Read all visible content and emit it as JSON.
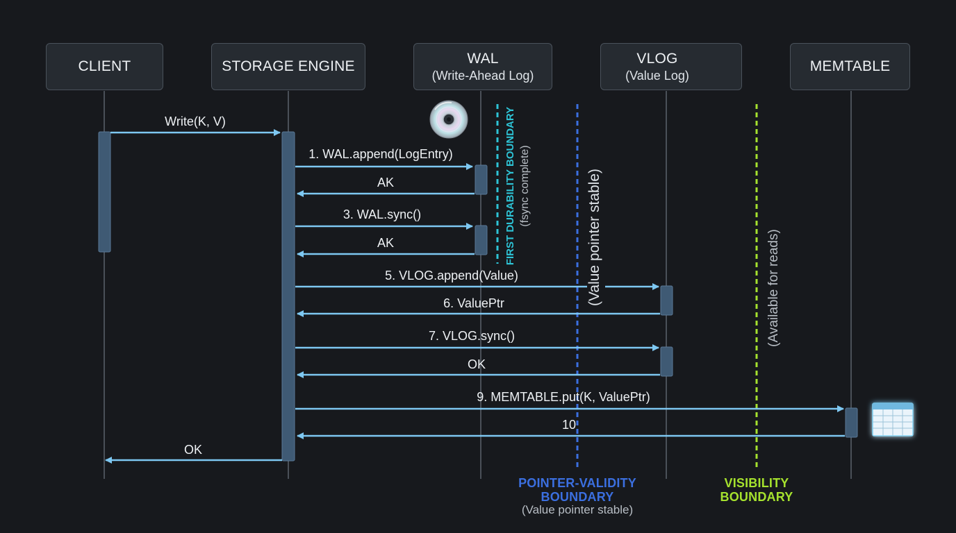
{
  "actors": [
    {
      "id": "client",
      "title": "CLIENT",
      "subtitle": ""
    },
    {
      "id": "engine",
      "title": "STORAGE ENGINE",
      "subtitle": ""
    },
    {
      "id": "wal",
      "title": "WAL",
      "subtitle": "(Write-Ahead Log)"
    },
    {
      "id": "vlog",
      "title": "VLOG",
      "subtitle": "(Value Log)"
    },
    {
      "id": "memtable",
      "title": "MEMTABLE",
      "subtitle": ""
    }
  ],
  "messages": [
    {
      "from": "client",
      "to": "engine",
      "label": "Write(K, V)"
    },
    {
      "from": "engine",
      "to": "wal",
      "label": "1. WAL.append(LogEntry)"
    },
    {
      "from": "wal",
      "to": "engine",
      "label": "AK"
    },
    {
      "from": "engine",
      "to": "wal",
      "label": "3. WAL.sync()"
    },
    {
      "from": "wal",
      "to": "engine",
      "label": "AK"
    },
    {
      "from": "engine",
      "to": "vlog",
      "label": "5. VLOG.append(Value)"
    },
    {
      "from": "vlog",
      "to": "engine",
      "label": "6. ValuePtr"
    },
    {
      "from": "engine",
      "to": "vlog",
      "label": "7. VLOG.sync()"
    },
    {
      "from": "vlog",
      "to": "engine",
      "label": "OK"
    },
    {
      "from": "engine",
      "to": "memtable",
      "label": "9. MEMTABLE.put(K, ValuePtr)"
    },
    {
      "from": "memtable",
      "to": "engine",
      "label": "10"
    },
    {
      "from": "engine",
      "to": "client",
      "label": "OK"
    }
  ],
  "boundaries": {
    "durability": {
      "title": "FIRST DURABILITY BOUNDARY",
      "note": "(fsync complete)",
      "color": "#2ec4d6"
    },
    "pointer": {
      "title_line1": "POINTER-VALIDITY",
      "title_line2": "BOUNDARY",
      "note": "(Value pointer stable)",
      "rotated_note": "(Value pointer stable)",
      "color": "#3b6fe0"
    },
    "visibility": {
      "title_line1": "VISIBILITY",
      "title_line2": "BOUNDARY",
      "rotated_note": "(Available for reads)",
      "color": "#a6e22e"
    }
  },
  "icons": {
    "wal": "disk-icon",
    "vlog": "notepad-icon",
    "memtable": "table-icon"
  },
  "colors": {
    "arrow": "#7ec8f2",
    "activation": "#3f5a74",
    "lifeline": "#4a5058",
    "actor_bg": "#262b31"
  }
}
